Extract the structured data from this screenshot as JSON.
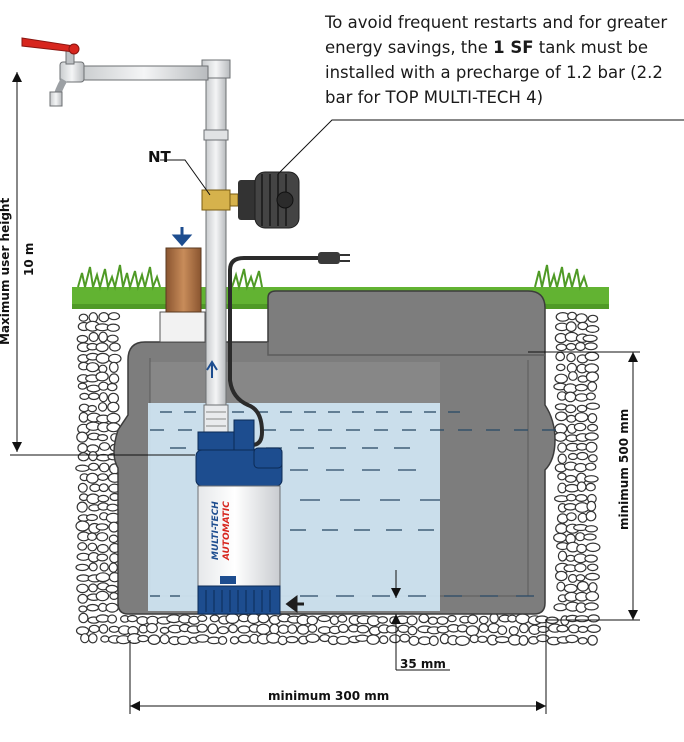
{
  "note": {
    "part1": "To avoid frequent restarts and for greater energy savings, the ",
    "tank_name": "1 SF",
    "part2": " tank must be installed with a precharge of 1.2 bar (2.2 bar for TOP MULTI-TECH 4)"
  },
  "labels": {
    "nt": "NT",
    "max_height_title": "Maximum user height",
    "max_height_value": "10 m",
    "min_depth": "minimum 500 mm",
    "min_width": "minimum 300 mm",
    "clearance": "35 mm"
  },
  "pump": {
    "brand_line1": "MULTI-TECH",
    "brand_line2": "AUTOMATIC"
  },
  "colors": {
    "tank": "#7d7d7d",
    "tank_dark": "#5c5c5c",
    "water": "#cfe5f3",
    "grass": "#62b332",
    "pump_blue": "#1d4d8f",
    "valve_red": "#d7261e",
    "fitting_brass": "#d6b24c",
    "brick": "#b87a4b"
  }
}
